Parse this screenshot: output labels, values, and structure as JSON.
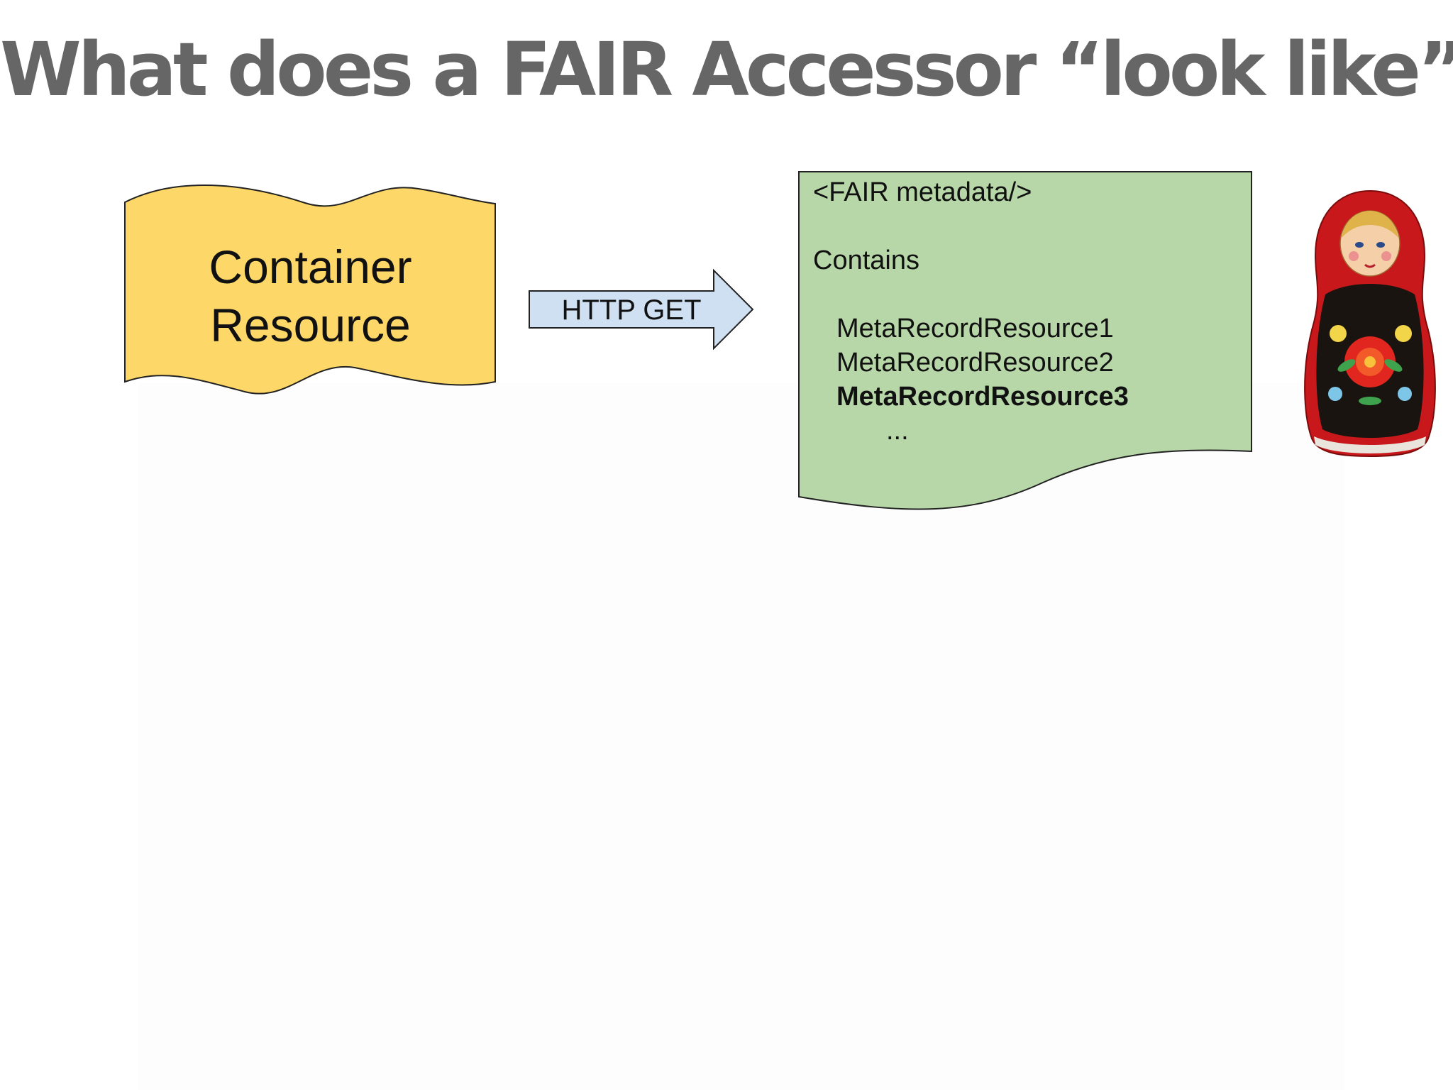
{
  "slide": {
    "title": "What does a FAIR Accessor “look like”?"
  },
  "diagram": {
    "container": {
      "label_line1": "Container",
      "label_line2": "Resource",
      "fill": "#fdd868"
    },
    "arrow": {
      "label": "HTTP GET",
      "fill": "#cfe0f2"
    },
    "document": {
      "fill": "#b7d7a8",
      "header": "<FAIR metadata/>",
      "contains_label": "Contains",
      "records": [
        "MetaRecordResource1",
        "MetaRecordResource2",
        "MetaRecordResource3"
      ],
      "ellipsis": "..."
    },
    "nesting_doll": {
      "icon": "matryoshka-doll-icon"
    }
  }
}
